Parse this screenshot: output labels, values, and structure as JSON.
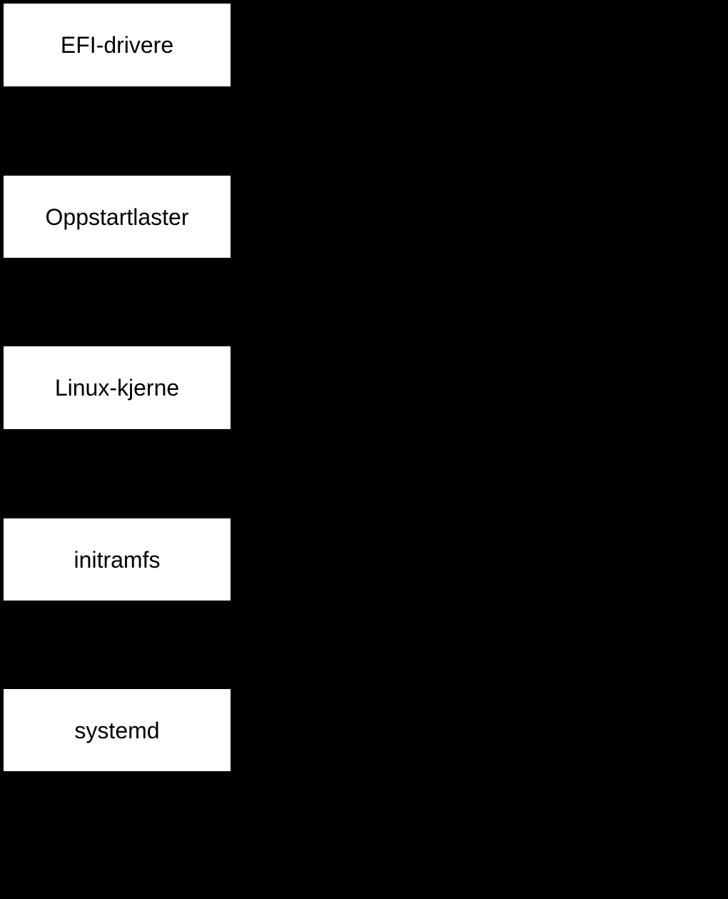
{
  "diagram": {
    "kind": "flowchart",
    "direction": "top-down",
    "background_color": "#000000",
    "node_fill_color": "#ffffff",
    "node_text_color": "#000000",
    "nodes": [
      {
        "label": "EFI-drivere"
      },
      {
        "label": "Oppstartlaster"
      },
      {
        "label": "Linux-kjerne"
      },
      {
        "label": "initramfs"
      },
      {
        "label": "systemd"
      }
    ]
  }
}
